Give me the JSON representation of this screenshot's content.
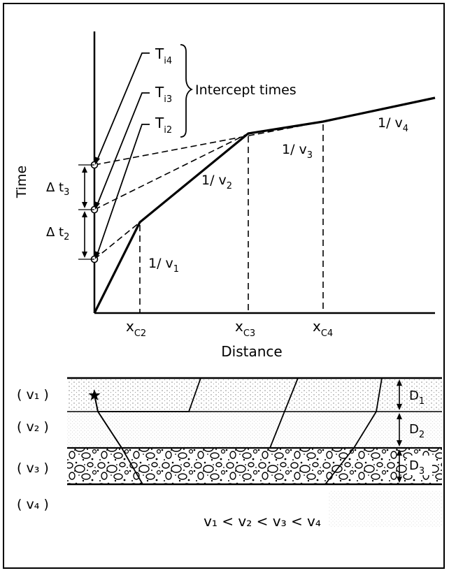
{
  "time_axis_label": "Time",
  "distance_axis_label": "Distance",
  "intercept_times_label": "Intercept times",
  "intercepts": [
    {
      "base": "T",
      "sub": "i4"
    },
    {
      "base": "T",
      "sub": "i3"
    },
    {
      "base": "T",
      "sub": "i2"
    }
  ],
  "deltas": [
    {
      "base": "Δ t",
      "sub": "3"
    },
    {
      "base": "Δ t",
      "sub": "2"
    }
  ],
  "slopes": [
    {
      "base": "1/ v",
      "sub": "1"
    },
    {
      "base": "1/ v",
      "sub": "2"
    },
    {
      "base": "1/ v",
      "sub": "3"
    },
    {
      "base": "1/ v",
      "sub": "4"
    }
  ],
  "crossovers": [
    {
      "base": "x",
      "sub": "C2"
    },
    {
      "base": "x",
      "sub": "C3"
    },
    {
      "base": "x",
      "sub": "C4"
    }
  ],
  "layers": [
    {
      "label": "( v₁ )"
    },
    {
      "label": "( v₂ )"
    },
    {
      "label": "( v₃ )"
    },
    {
      "label": "( v₄ )"
    }
  ],
  "depths": [
    {
      "base": "D",
      "sub": "1"
    },
    {
      "base": "D",
      "sub": "2"
    },
    {
      "base": "D",
      "sub": "3"
    }
  ],
  "velocity_relation": "v₁ < v₂ < v₃ < v₄",
  "colors": {
    "ink": "#000000",
    "paper": "#ffffff",
    "stipple": "#9a9a9a"
  }
}
